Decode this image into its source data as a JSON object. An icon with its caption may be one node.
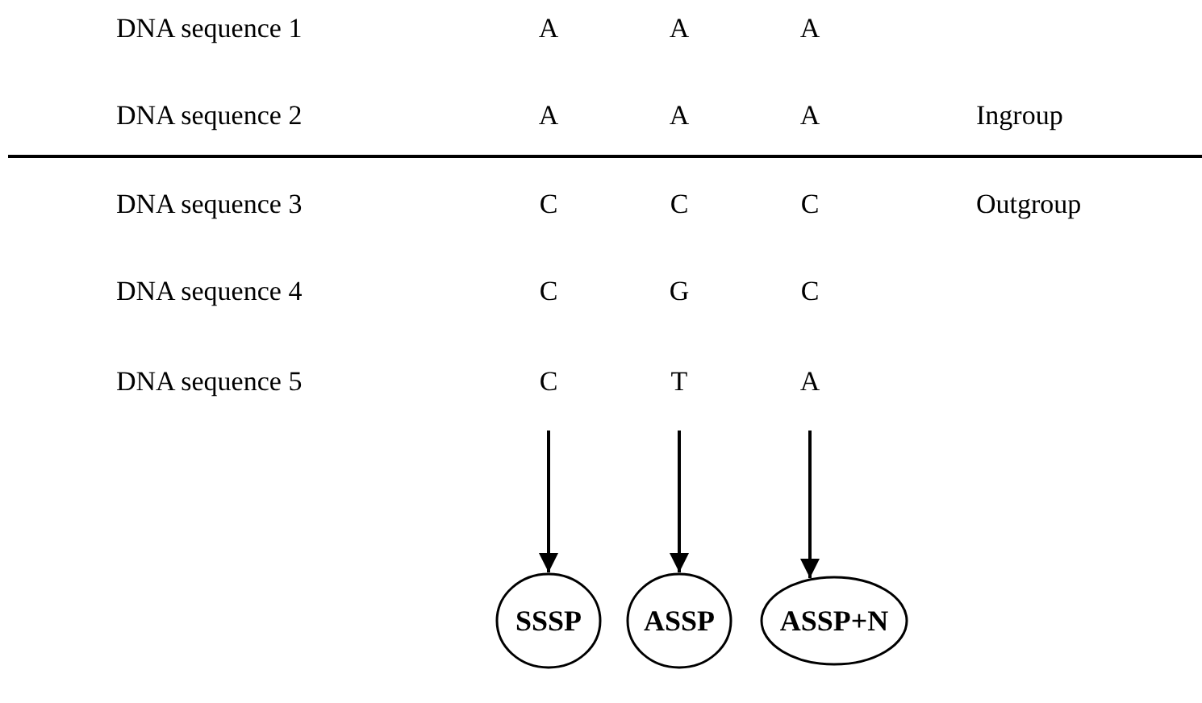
{
  "diagram": {
    "nodes": [
      {
        "text": [
          "SSSP"
        ]
      },
      {
        "text": [
          "ASSP"
        ]
      },
      {
        "text": [
          "ASSP+N"
        ]
      }
    ],
    "edges": [
      {
        "from": null,
        "to": 0,
        "arrow": "to"
      },
      {
        "from": null,
        "to": 1,
        "arrow": "to"
      },
      {
        "from": null,
        "to": 2,
        "arrow": "to"
      }
    ],
    "labels": [
      "DNA sequence 1",
      "A",
      "A",
      "A",
      "DNA sequence 2",
      "A",
      "A",
      "A",
      "Ingroup",
      "DNA sequence 3",
      "C",
      "C",
      "C",
      "Outgroup",
      "DNA sequence 4",
      "C",
      "G",
      "C",
      "DNA sequence 5",
      "C",
      "T",
      "A"
    ]
  }
}
